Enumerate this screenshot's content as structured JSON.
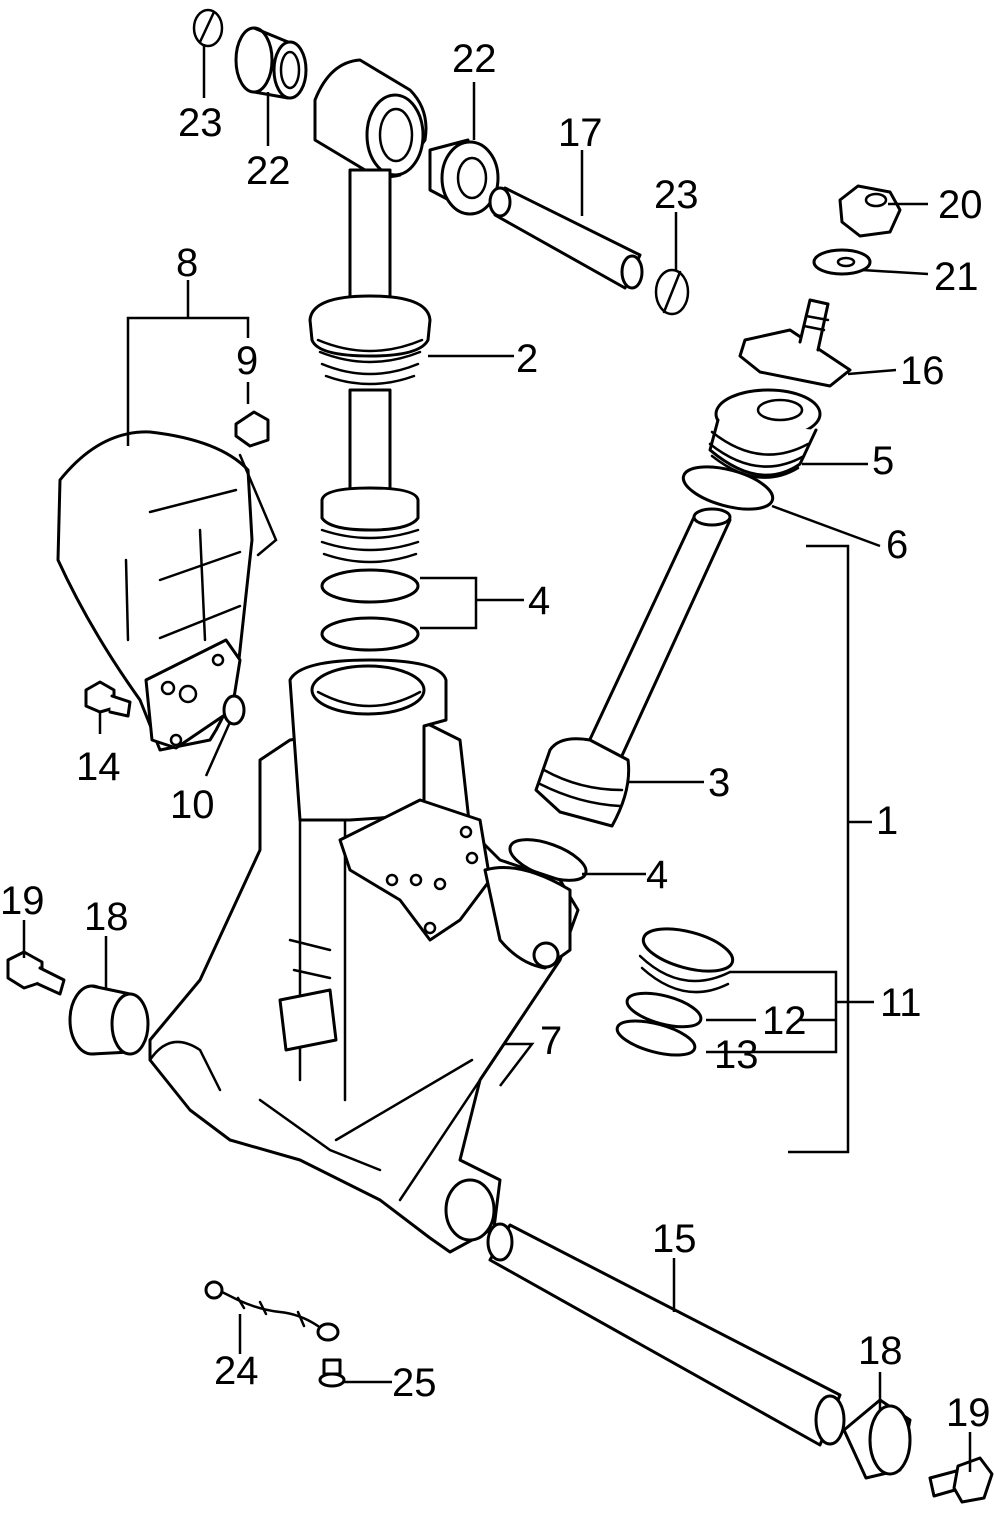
{
  "callouts": {
    "c1": "1",
    "c2": "2",
    "c3": "3",
    "c4a": "4",
    "c4b": "4",
    "c5": "5",
    "c6": "6",
    "c7": "7",
    "c8": "8",
    "c9": "9",
    "c10": "10",
    "c11": "11",
    "c12": "12",
    "c13": "13",
    "c14": "14",
    "c15": "15",
    "c16": "16",
    "c17": "17",
    "c18a": "18",
    "c18b": "18",
    "c19a": "19",
    "c19b": "19",
    "c20": "20",
    "c21": "21",
    "c22a": "22",
    "c22b": "22",
    "c23a": "23",
    "c23b": "23",
    "c24": "24",
    "c25": "25"
  },
  "colors": {
    "line": "#000000",
    "background": "#ffffff"
  }
}
